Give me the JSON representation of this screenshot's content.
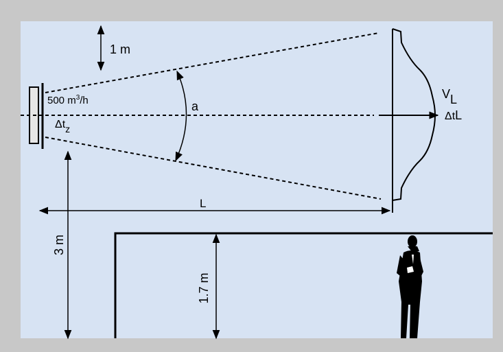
{
  "labels": {
    "height_1m": "1 m",
    "airflow_value": "500 m",
    "airflow_sup": "3",
    "airflow_unit": "/h",
    "delta_tz_main": "Δt",
    "delta_tz_sub": "z",
    "angle": "a",
    "velocity_main": "V",
    "velocity_sub": "L",
    "delta_tl_main": "Δt",
    "delta_tl_sub": "L",
    "distance": "L",
    "height_3m": "3 m",
    "height_1_7m": "1.7 m"
  },
  "colors": {
    "frame": "#c8c8c8",
    "panel": "#d7e3f3",
    "ink": "#000000",
    "diffuser_fill": "#e6e6e6"
  }
}
